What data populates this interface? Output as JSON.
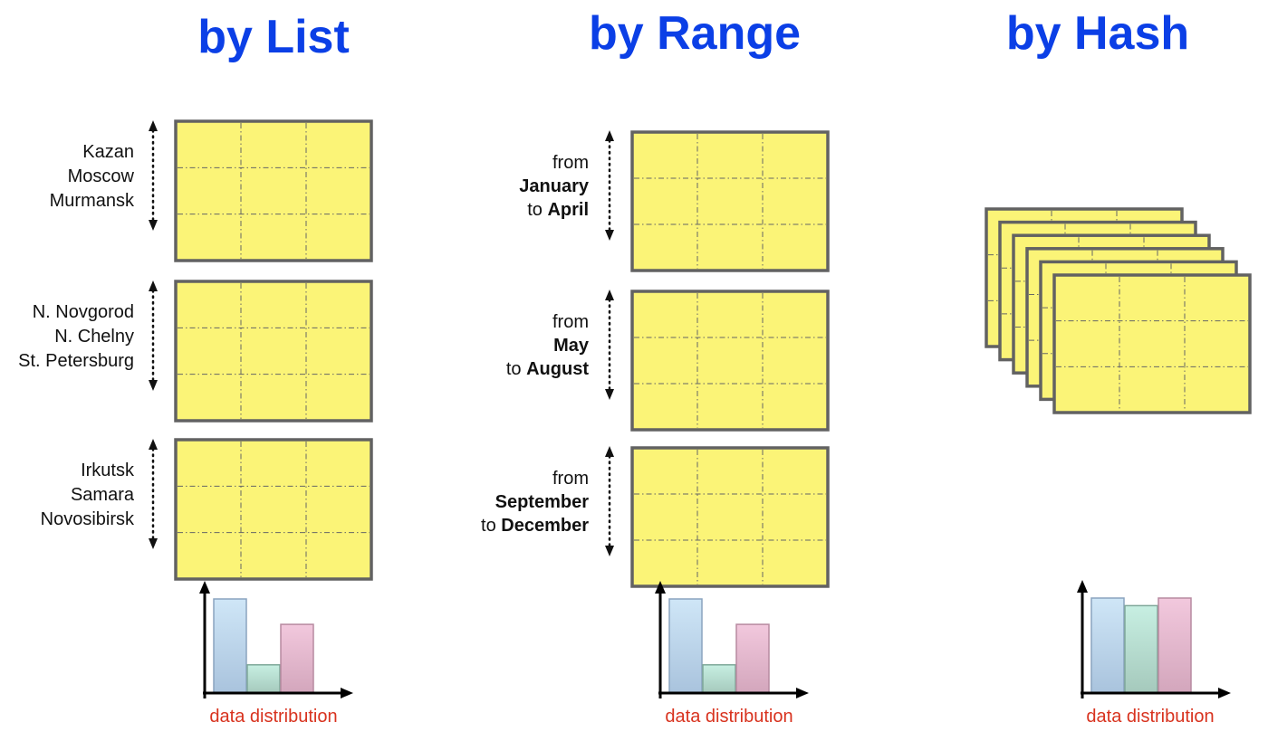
{
  "sections": {
    "list": {
      "title": "by List",
      "groups": [
        {
          "lines": [
            {
              "parts": [
                {
                  "text": "Kazan",
                  "bold": false
                }
              ]
            },
            {
              "parts": [
                {
                  "text": "Moscow",
                  "bold": false
                }
              ]
            },
            {
              "parts": [
                {
                  "text": "Murmansk",
                  "bold": false
                }
              ]
            }
          ]
        },
        {
          "lines": [
            {
              "parts": [
                {
                  "text": "N. Novgorod",
                  "bold": false
                }
              ]
            },
            {
              "parts": [
                {
                  "text": "N. Chelny",
                  "bold": false
                }
              ]
            },
            {
              "parts": [
                {
                  "text": "St. Petersburg",
                  "bold": false
                }
              ]
            }
          ]
        },
        {
          "lines": [
            {
              "parts": [
                {
                  "text": "Irkutsk",
                  "bold": false
                }
              ]
            },
            {
              "parts": [
                {
                  "text": "Samara",
                  "bold": false
                }
              ]
            },
            {
              "parts": [
                {
                  "text": "Novosibirsk",
                  "bold": false
                }
              ]
            }
          ]
        }
      ],
      "distribution": {
        "label": "data distribution",
        "values": [
          1.0,
          0.3,
          0.73
        ]
      }
    },
    "range": {
      "title": "by Range",
      "groups": [
        {
          "lines": [
            {
              "parts": [
                {
                  "text": "from",
                  "bold": false
                }
              ]
            },
            {
              "parts": [
                {
                  "text": "January",
                  "bold": true
                }
              ]
            },
            {
              "parts": [
                {
                  "text": "to ",
                  "bold": false
                },
                {
                  "text": "April",
                  "bold": true
                }
              ]
            }
          ]
        },
        {
          "lines": [
            {
              "parts": [
                {
                  "text": "from",
                  "bold": false
                }
              ]
            },
            {
              "parts": [
                {
                  "text": "May",
                  "bold": true
                }
              ]
            },
            {
              "parts": [
                {
                  "text": "to ",
                  "bold": false
                },
                {
                  "text": "August",
                  "bold": true
                }
              ]
            }
          ]
        },
        {
          "lines": [
            {
              "parts": [
                {
                  "text": "from",
                  "bold": false
                }
              ]
            },
            {
              "parts": [
                {
                  "text": "September",
                  "bold": true
                }
              ]
            },
            {
              "parts": [
                {
                  "text": "to  ",
                  "bold": false
                },
                {
                  "text": "December",
                  "bold": true
                }
              ]
            }
          ]
        }
      ],
      "distribution": {
        "label": "data distribution",
        "values": [
          1.0,
          0.3,
          0.73
        ]
      }
    },
    "hash": {
      "title": "by Hash",
      "stack_count": 6,
      "distribution": {
        "label": "data distribution",
        "values": [
          1.0,
          0.92,
          1.0
        ]
      }
    }
  },
  "colors": {
    "title": "#0b3fe6",
    "partition_fill": "#fbf477",
    "partition_border": "#626262",
    "distribution_label": "#d8321e",
    "bar_fills": [
      "#bcd9f0",
      "#bde6d8",
      "#e8bcd2"
    ],
    "bar_strokes": [
      "#8aa4bf",
      "#7fa89a",
      "#b78aa0"
    ]
  }
}
